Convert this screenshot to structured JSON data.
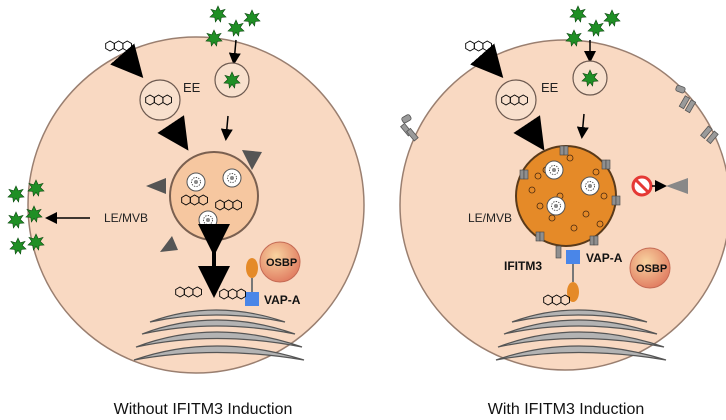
{
  "colors": {
    "cell_fill": "#f9d9c2",
    "cell_stroke": "#9a7f70",
    "lemvb_fill_normal": "#f6c7a0",
    "lemvb_fill_ifitm3": "#e58a28",
    "virus_green": "#1f8f25",
    "osbp_fill": "#e7866a",
    "vapa_blue": "#4a86e8",
    "ifitm3_grey": "#8f8f8f",
    "block_red": "#e53935"
  },
  "left_panel": {
    "caption": "Without IFITM3 Induction",
    "ee_label": "EE",
    "lemvb_label": "LE/MVB",
    "osbp_label": "OSBP",
    "vapa_label": "VAP-A"
  },
  "right_panel": {
    "caption": "With IFITM3 Induction",
    "ee_label": "EE",
    "lemvb_label": "LE/MVB",
    "ifitm3_label": "IFITM3",
    "osbp_label": "OSBP",
    "vapa_label": "VAP-A"
  },
  "icons": {
    "virus": "green-spiky-virus-icon",
    "cholesterol": "cholesterol-ring-icon",
    "block": "no-entry-icon",
    "ifitm3": "ifitm3-membrane-protein-icon"
  }
}
